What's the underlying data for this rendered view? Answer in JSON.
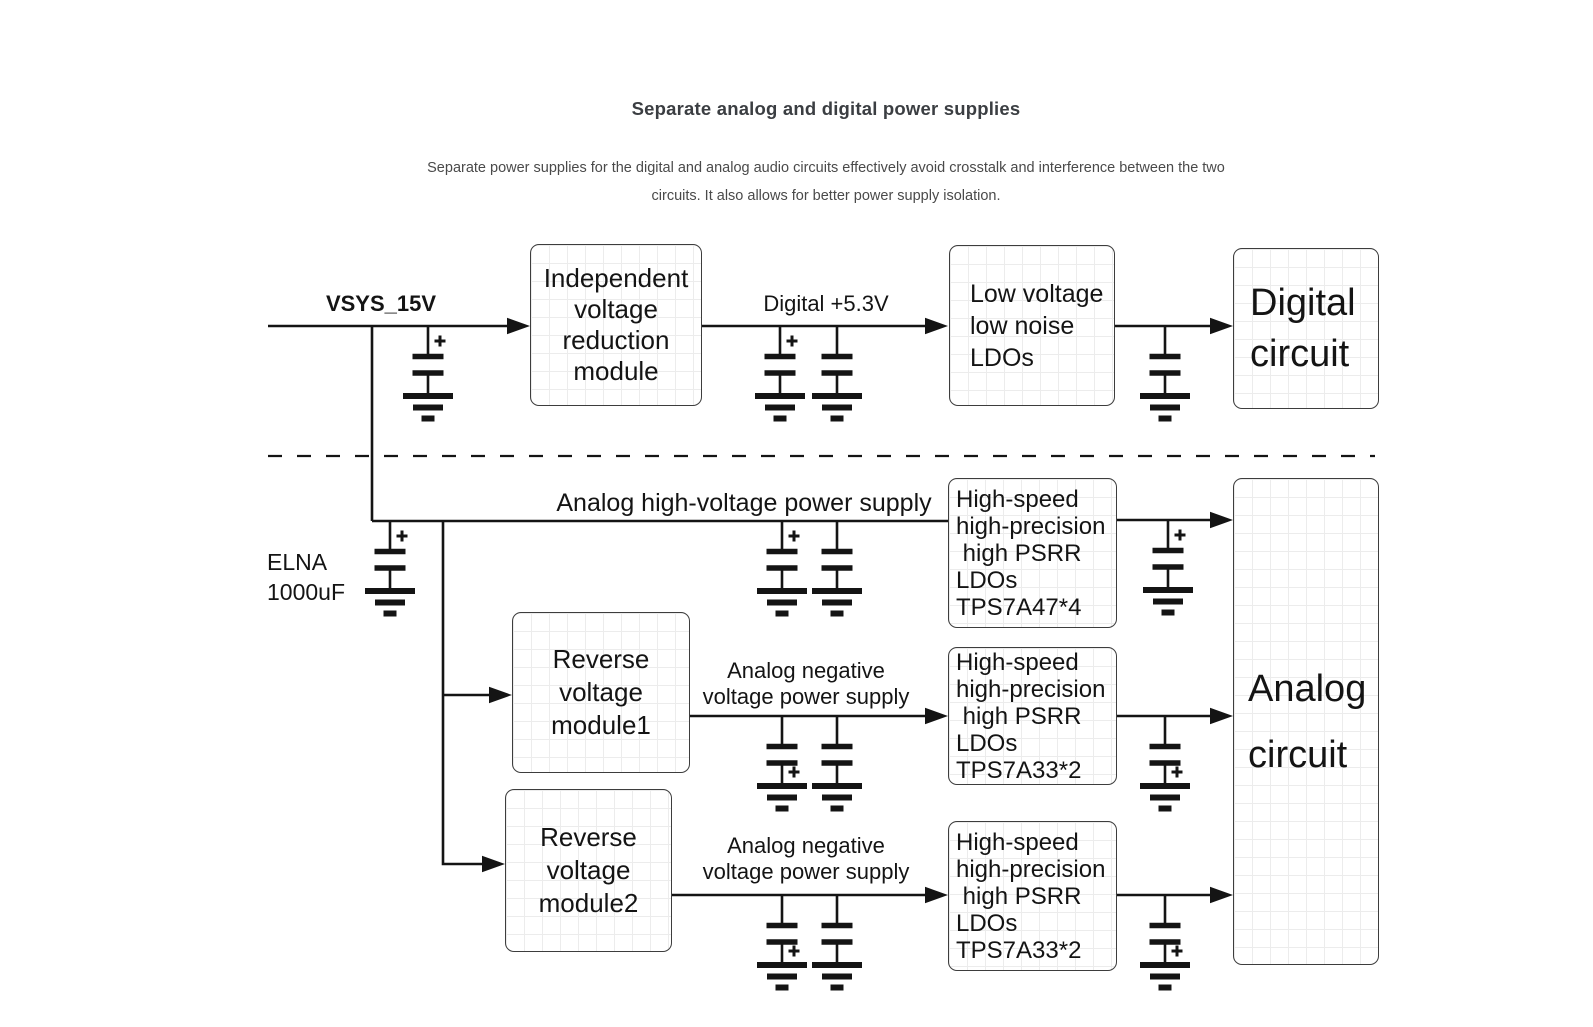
{
  "header": {
    "title": "Separate analog and digital power supplies",
    "subtitle": "Separate power supplies for the digital and analog audio circuits effectively avoid crosstalk and interference between the two\ncircuits. It also allows for better power supply isolation."
  },
  "labels": {
    "vsys_rail": "VSYS_15V",
    "digital_rail": "Digital +5.3V",
    "analog_hv_rail": "Analog high-voltage power supply",
    "analog_neg_rail_1": "Analog negative\nvoltage power supply",
    "analog_neg_rail_2": "Analog negative\nvoltage power supply",
    "bulk_cap": "ELNA\n1000uF"
  },
  "blocks": {
    "independent_module": "Independent\nvoltage\nreduction\nmodule",
    "low_noise_ldo": "Low voltage\nlow noise\nLDOs",
    "digital_circuit": "Digital\ncircuit",
    "hv_ldo": "High-speed\nhigh-precision\n high PSRR\nLDOs\nTPS7A47*4",
    "reverse_module_1": "Reverse\nvoltage\nmodule1",
    "neg_ldo_1": "High-speed\nhigh-precision\n high PSRR\nLDOs\nTPS7A33*2",
    "reverse_module_2": "Reverse\nvoltage\nmodule2",
    "neg_ldo_2": "High-speed\nhigh-precision\n high PSRR\nLDOs\nTPS7A33*2",
    "analog_circuit": "Analog\ncircuit"
  },
  "colors": {
    "wire": "#141414",
    "box_border": "#3d3d3d",
    "box_grid": "#ececec",
    "text": "#141414",
    "title": "#3b3e42",
    "subtitle": "#4a4a4a"
  }
}
